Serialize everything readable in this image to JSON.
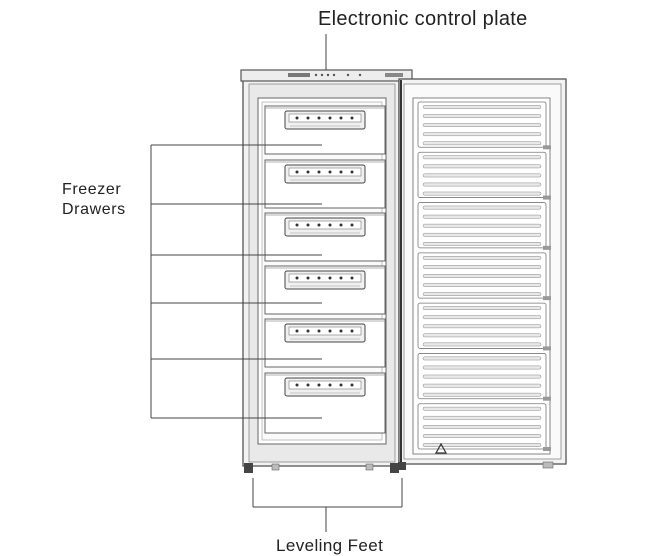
{
  "labels": {
    "control_plate": "Electronic control plate",
    "freezer_drawers_line1": "Freezer",
    "freezer_drawers_line2": "Drawers",
    "leveling_feet": "Leveling Feet"
  },
  "drawers": [
    {
      "name": "drawer-1"
    },
    {
      "name": "drawer-2"
    },
    {
      "name": "drawer-3"
    },
    {
      "name": "drawer-4"
    },
    {
      "name": "drawer-5"
    },
    {
      "name": "drawer-6"
    }
  ],
  "door_shelves": 7,
  "colors": {
    "line": "#444444",
    "panel": "#f4f4f4",
    "outline": "#555555",
    "text": "#222222"
  }
}
